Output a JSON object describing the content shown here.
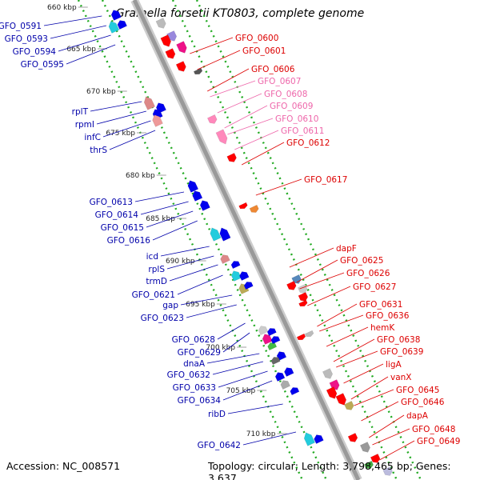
{
  "title": "Gramella forsetii KT0803, complete genome",
  "accession": "Accession: NC_008571",
  "topology": "Topology: circular; Length: 3,798,465 bp; Genes: 3,637",
  "kbp_ticks": [
    "660 kbp",
    "665 kbp",
    "670 kbp",
    "675 kbp",
    "680 kbp",
    "685 kbp",
    "690 kbp",
    "695 kbp",
    "700 kbp",
    "705 kbp",
    "710 kbp"
  ],
  "left_labels": [
    "GFO_0591",
    "GFO_0593",
    "GFO_0594",
    "GFO_0595",
    "rplT",
    "rpmI",
    "infC",
    "thrS",
    "GFO_0613",
    "GFO_0614",
    "GFO_0615",
    "GFO_0616",
    "icd",
    "rplS",
    "trmD",
    "GFO_0621",
    "gap",
    "GFO_0623",
    "GFO_0628",
    "GFO_0629",
    "dnaA",
    "GFO_0632",
    "GFO_0633",
    "GFO_0634",
    "ribD",
    "GFO_0642"
  ],
  "right_labels": [
    "GFO_0600",
    "GFO_0601",
    "GFO_0606",
    "GFO_0607",
    "GFO_0608",
    "GFO_0609",
    "GFO_0610",
    "GFO_0611",
    "GFO_0612",
    "GFO_0617",
    "dapF",
    "GFO_0625",
    "GFO_0626",
    "GFO_0627",
    "GFO_0631",
    "GFO_0636",
    "hemK",
    "GFO_0638",
    "GFO_0639",
    "ligA",
    "vanX",
    "GFO_0645",
    "GFO_0646",
    "dapA",
    "GFO_0648",
    "GFO_0649"
  ],
  "colors": {
    "left_label": "#0000aa",
    "right_label": "#dd0000",
    "right_label_pink": "#ee66aa",
    "forward_gene": "#0000ee",
    "reverse_gene": "#ff0000",
    "pink_gene": "#ff88bb",
    "cyan_gene": "#22ccdd",
    "magenta_gene": "#ee1188",
    "olive_gene": "#bbaa55",
    "grey_gene": "#999999",
    "track_dots": "#22aa22",
    "backbone": "#999999"
  }
}
